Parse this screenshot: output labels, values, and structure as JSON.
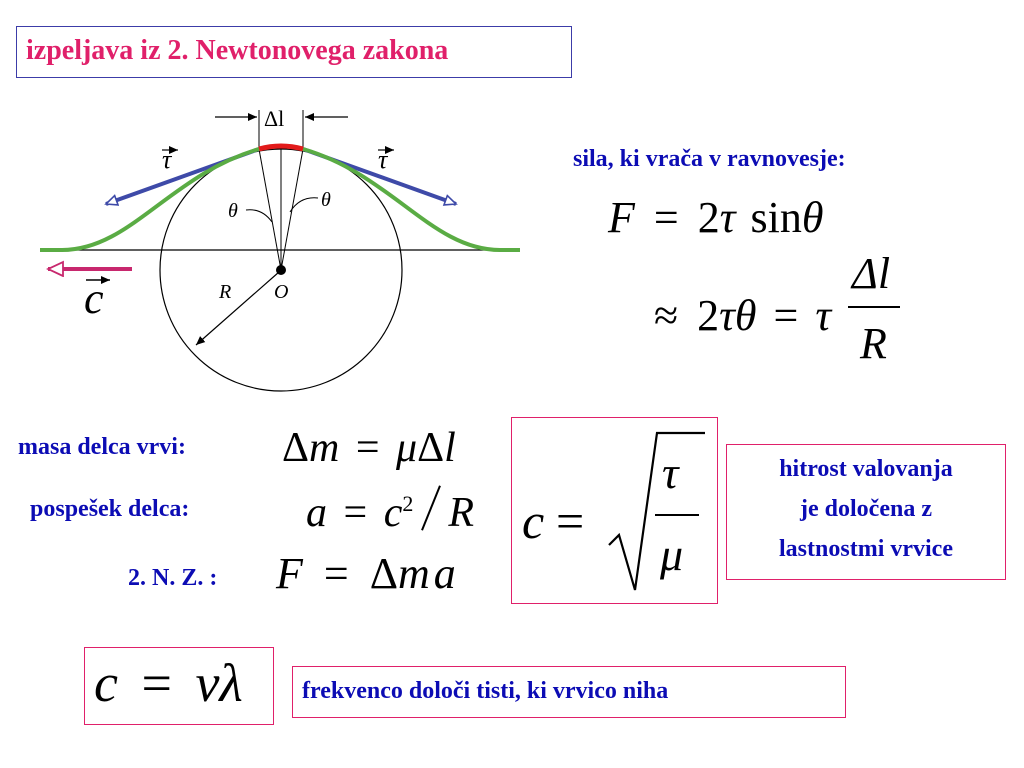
{
  "title": "izpeljava iz 2. Newtonovega zakona",
  "diagram": {
    "delta_l_label": "Δl",
    "tau_left": "τ",
    "tau_right": "τ",
    "theta_left": "θ",
    "theta_right": "θ",
    "radius_label": "R",
    "center_label": "O",
    "velocity_label": "c"
  },
  "restoring_force": {
    "label": "sila, ki vrača v ravnovesje:",
    "line1": {
      "lhs": "F",
      "eq": "=",
      "coef": "2",
      "tau": "τ",
      "sin": "sin",
      "theta": "θ"
    },
    "line2": {
      "approx": "≈",
      "coef": "2",
      "tau_theta": "τθ",
      "eq": "=",
      "tau": "τ",
      "num": "Δl",
      "den": "R"
    }
  },
  "mass": {
    "label": "masa delca vrvi:",
    "lhs_delta": "Δ",
    "lhs_m": "m",
    "eq": "=",
    "mu": "μ",
    "rhs_delta": "Δ",
    "rhs_l": "l"
  },
  "acceleration": {
    "label": "pospešek delca:",
    "a": "a",
    "eq": "=",
    "c": "c",
    "exp": "2",
    "R": "R"
  },
  "newton": {
    "label": "2. N. Z. :",
    "F": "F",
    "eq": "=",
    "delta": "Δ",
    "m": "m",
    "a": "a"
  },
  "speed_formula": {
    "c": "c",
    "eq": "=",
    "num": "τ",
    "den": "μ"
  },
  "speed_note": {
    "line1": "hitrost valovanja",
    "line2": "je določena z",
    "line3": "lastnostmi vrvice"
  },
  "wave_formula": {
    "c": "c",
    "eq": "=",
    "nu": "ν",
    "lambda": "λ"
  },
  "frequency_note": "frekvenco določi tisti, ki vrvico niha",
  "colors": {
    "title_text": "#e0206a",
    "note_text": "#0c0cb4",
    "pink_border": "#e0206a",
    "blue_border": "#3c3ca8",
    "string_green": "#5aac44",
    "tension_arrow": "#3e4aa8",
    "segment_red": "#e21b1b",
    "velocity_arrow": "#c8286e"
  }
}
